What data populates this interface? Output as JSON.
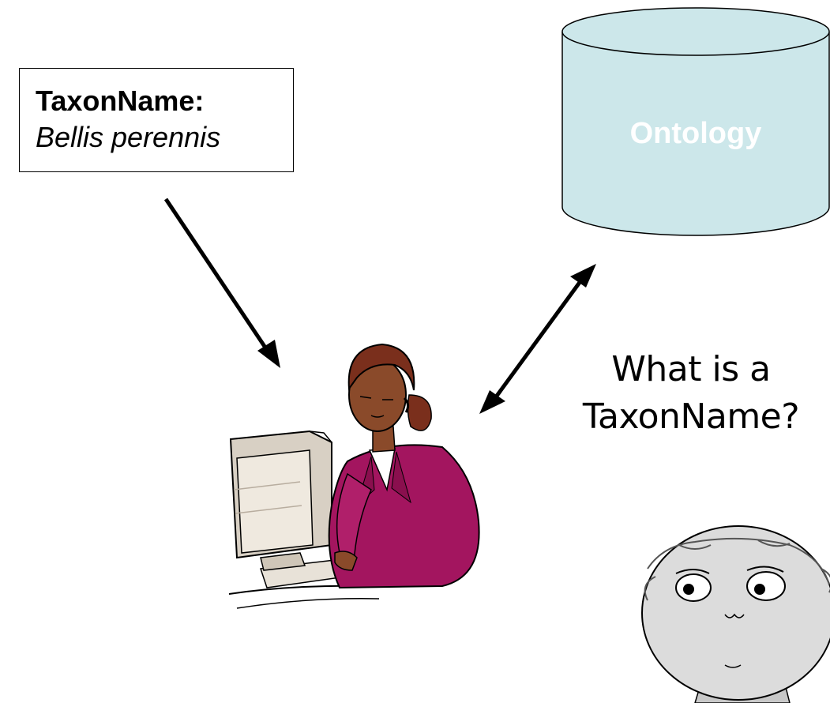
{
  "taxon_box": {
    "label": "TaxonName:",
    "value": "Bellis perennis"
  },
  "database": {
    "label": "Ontology",
    "fill_color": "#cce7ea"
  },
  "question": {
    "line1": "What is a",
    "line2": "TaxonName?"
  },
  "figures": {
    "user": "woman-at-computer-illustration",
    "observer": "confused-child-illustration"
  },
  "colors": {
    "jacket": "#a3155f",
    "skin": "#8a4a2a",
    "hair": "#7a2f1c",
    "monitor": "#d8d0c4"
  }
}
